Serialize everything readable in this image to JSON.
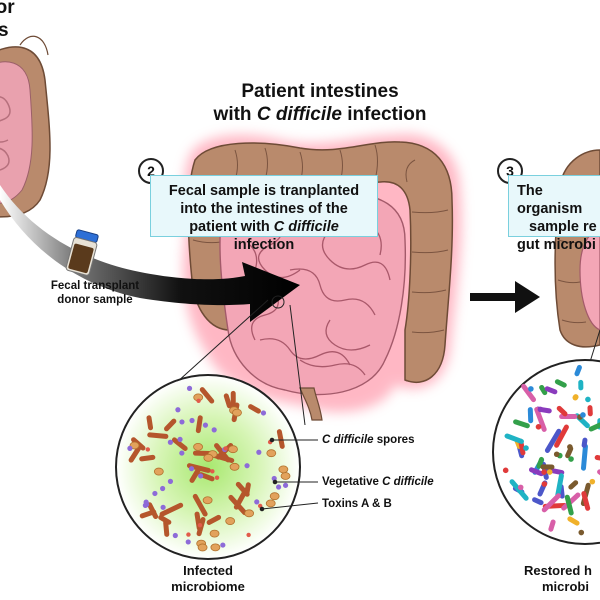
{
  "step1": {
    "heading_line1": "nor",
    "heading_line2": "s"
  },
  "step2": {
    "number": "2",
    "heading_line1": "Patient intestines",
    "heading_line2_pre": "with ",
    "heading_line2_em": "C difficile",
    "heading_line2_post": " infection",
    "callout_line1": "Fecal sample is tranplanted",
    "callout_line2": "into the intestines of the",
    "callout_line3_pre": "patient with ",
    "callout_line3_em": "C difficile",
    "callout_line3_post": " infection"
  },
  "donor_sample": {
    "line1": "Fecal transplant",
    "line2": "donor sample"
  },
  "infected_zoom": {
    "caption_line1": "Infected",
    "caption_line2": "microbiome",
    "labels": {
      "spores_em": "C difficile",
      "spores_post": " spores",
      "vegetative_pre": "Vegetative ",
      "vegetative_em": "C difficile",
      "toxins": "Toxins A & B"
    }
  },
  "step3": {
    "number": "3",
    "callout_line1": "The organism",
    "callout_line2": "sample re",
    "callout_line3": "gut microbi",
    "caption_line1": "Restored h",
    "caption_line2": "microbi"
  },
  "colors": {
    "intestine_outer": "#b98a6c",
    "intestine_inner": "#f0a3b3",
    "infection_glow": "#ff8fa0",
    "callout_fill": "#e8f8fb",
    "callout_border": "#7ad0de",
    "infected_bg": "#c9ef9c",
    "c_diff_rod": "#b5562c",
    "spore": "#e2a25c",
    "toxin": "#8d6bd8"
  }
}
